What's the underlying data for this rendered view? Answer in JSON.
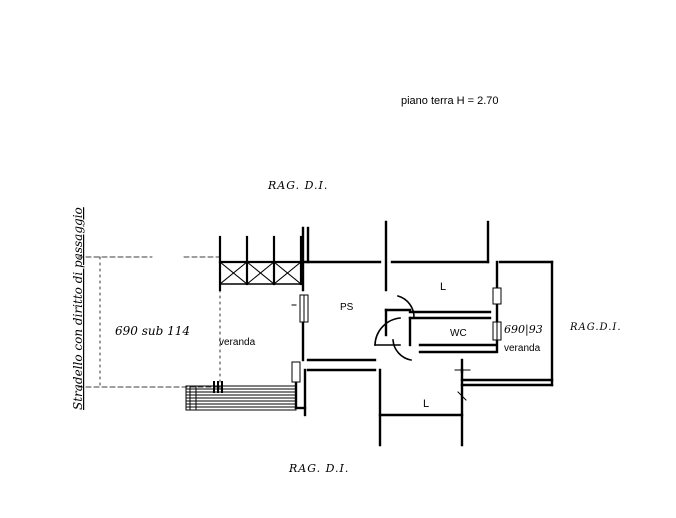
{
  "header": {
    "title": "piano terra  H = 2.70"
  },
  "labels": {
    "top": "RAG. D.I.",
    "right": "RAG.D.I.",
    "bottom": "RAG. D.I.",
    "left_margin": "Stradello con diritto di passaggio",
    "left_parcel": "690 sub 114",
    "right_parcel": "690|93"
  },
  "rooms": {
    "veranda_left": "veranda",
    "ps": "PS",
    "l_top": "L",
    "wc": "WC",
    "veranda_right": "veranda",
    "l_bottom": "L"
  }
}
